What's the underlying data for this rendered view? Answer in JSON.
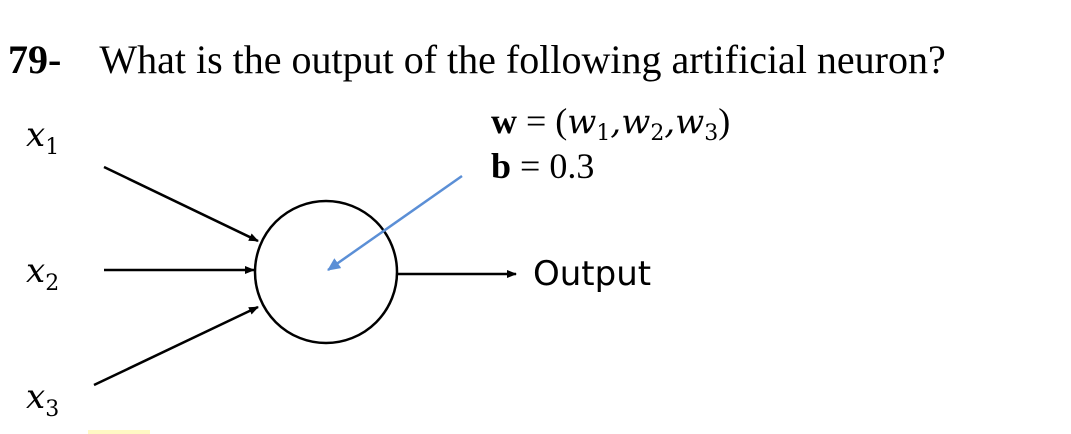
{
  "question": {
    "number": "79-",
    "text": "What is the output of the following artificial neuron?"
  },
  "diagram": {
    "inputs": [
      {
        "var": "x",
        "sub": "1"
      },
      {
        "var": "x",
        "sub": "2"
      },
      {
        "var": "x",
        "sub": "3"
      }
    ],
    "weights": {
      "lhs": "w",
      "eq": " = (",
      "w_var": "w",
      "subs": [
        "1",
        "2",
        "3"
      ],
      "sep": ",",
      "close": ")"
    },
    "bias": {
      "lhs": "b",
      "rest": " = 0.3"
    },
    "output_label": "Output"
  },
  "colors": {
    "arrow_main": "#000000",
    "arrow_weight": "#5b8fd6"
  }
}
